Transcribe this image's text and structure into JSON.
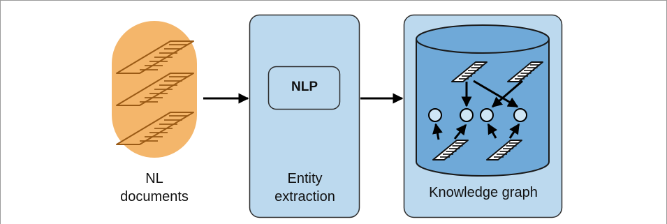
{
  "diagram": {
    "source": {
      "label_line1": "NL",
      "label_line2": "documents"
    },
    "processing": {
      "inner_label": "NLP",
      "label_line1": "Entity",
      "label_line2": "extraction"
    },
    "output": {
      "label": "Knowledge graph"
    }
  },
  "colors": {
    "frame": "#9a9a9a",
    "doc_pill_fill": "#f4b66b",
    "doc_stroke": "#9a5a15",
    "box_fill": "#bcd9ee",
    "box_stroke": "#2c2c2c",
    "cylinder_fill": "#6fa9d8",
    "arrow": "#000000",
    "node_fill": "#cfe6f5"
  },
  "icons": [
    "document-stack-icon",
    "nlp-box",
    "database-cylinder-icon",
    "flow-arrow-icon",
    "graph-node-icon",
    "small-document-icon"
  ]
}
